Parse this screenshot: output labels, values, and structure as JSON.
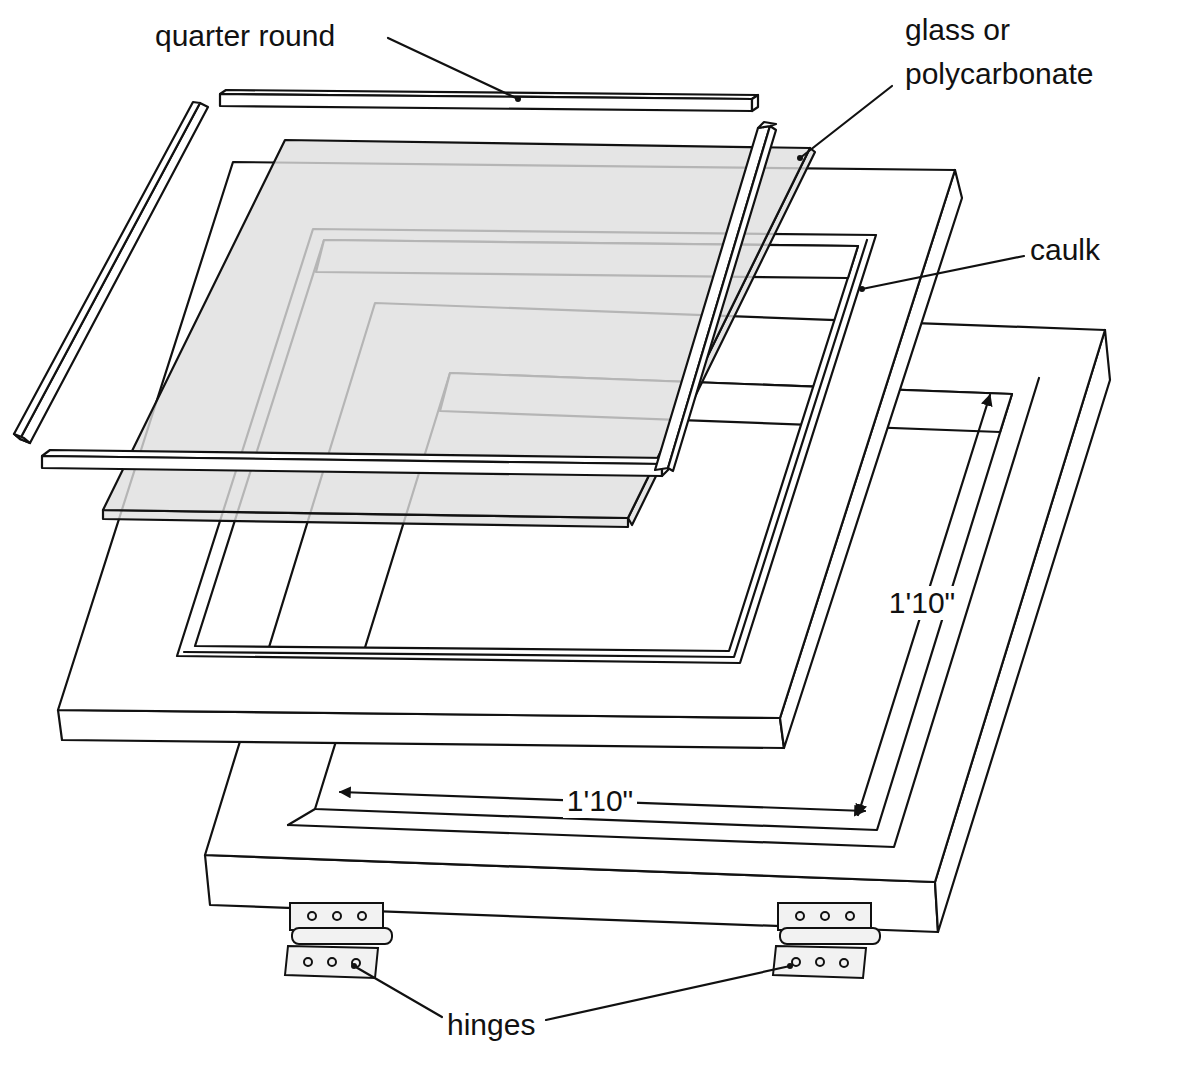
{
  "diagram": {
    "labels": [
      "quarter round",
      "glass or polycarbonate",
      "caulk",
      "1'10\"",
      "1'10\"",
      "hinges"
    ]
  }
}
